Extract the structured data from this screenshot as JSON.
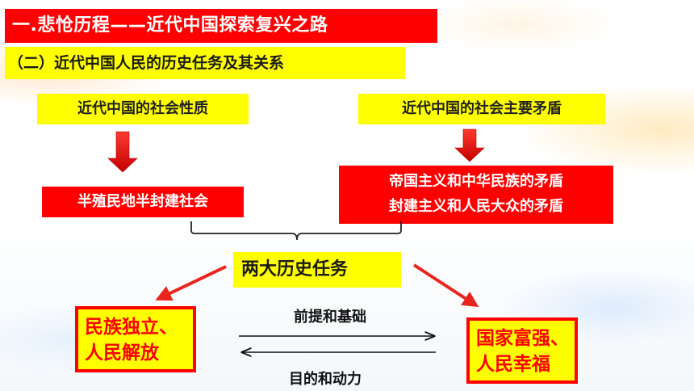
{
  "title": "一.悲怆历程——近代中国探索复兴之路",
  "subtitle": "（二）近代中国人民的历史任务及其关系",
  "nodes": {
    "nature": "近代中国的社会性质",
    "contradiction": "近代中国的社会主要矛盾",
    "semi_colonial": "半殖民地半封建社会",
    "contradiction_1": "帝国主义和中华民族的矛盾",
    "contradiction_2": "封建主义和人民大众的矛盾",
    "two_tasks": "两大历史任务",
    "independence_1": "民族独立、",
    "independence_2": "人民解放",
    "prosperity_1": "国家富强、",
    "prosperity_2": "人民幸福"
  },
  "relations": {
    "forward": "前提和基础",
    "backward": "目的和动力"
  },
  "colors": {
    "red": "#ff0000",
    "yellow": "#ffff00",
    "arrow_red": "#e8241d"
  }
}
